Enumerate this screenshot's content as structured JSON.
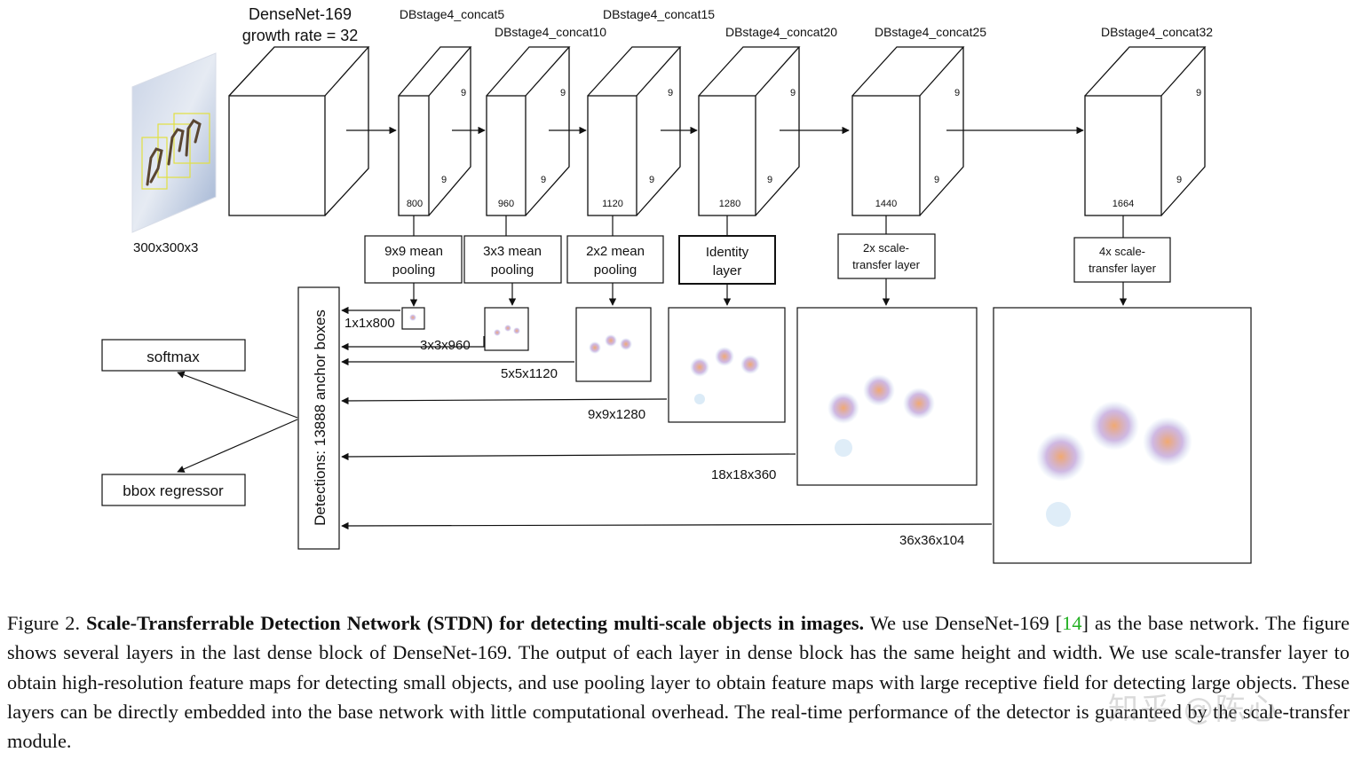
{
  "diagram": {
    "input_size": "300x300x3",
    "densenet_label_1": "DenseNet-169",
    "densenet_label_2": "growth rate = 32",
    "stages": [
      {
        "name": "DBstage4_concat5",
        "channels": "800",
        "side": "9"
      },
      {
        "name": "DBstage4_concat10",
        "channels": "960",
        "side": "9"
      },
      {
        "name": "DBstage4_concat15",
        "channels": "1120",
        "side": "9"
      },
      {
        "name": "DBstage4_concat20",
        "channels": "1280",
        "side": "9"
      },
      {
        "name": "DBstage4_concat25",
        "channels": "1440",
        "side": "9"
      },
      {
        "name": "DBstage4_concat32",
        "channels": "1664",
        "side": "9"
      }
    ],
    "ops": [
      {
        "line1": "9x9 mean",
        "line2": "pooling"
      },
      {
        "line1": "3x3 mean",
        "line2": "pooling"
      },
      {
        "line1": "2x2 mean",
        "line2": "pooling"
      },
      {
        "line1": "Identity",
        "line2": "layer"
      },
      {
        "line1": "2x scale-",
        "line2": "transfer layer"
      },
      {
        "line1": "4x scale-",
        "line2": "transfer layer"
      }
    ],
    "maps": [
      "1x1x800",
      "3x3x960",
      "5x5x1120",
      "9x9x1280",
      "18x18x360",
      "36x36x104"
    ],
    "detections_label": "Detections: 13888 anchor boxes",
    "softmax": "softmax",
    "bbox_regressor": "bbox regressor"
  },
  "caption": {
    "figure_label": "Figure 2.",
    "bold_title": "Scale-Transferrable Detection Network (STDN) for detecting multi-scale objects in images.",
    "text_before_cite": "We use DenseNet-169 [",
    "cite": "14",
    "text_after_cite": "] as the base network. The figure shows several layers in the last dense block of DenseNet-169. The output of each layer in dense block has the same height and width. We use scale-transfer layer to obtain high-resolution feature maps for detecting small objects, and use pooling layer to obtain feature maps with large receptive field for detecting large objects. These layers can be directly embedded into the base network with little computational overhead. The real-time performance of the detector is guaranteed by the scale-transfer module."
  },
  "watermark": "知乎 @陈心",
  "colors": {
    "cite": "#22b022",
    "stroke": "#111111"
  }
}
